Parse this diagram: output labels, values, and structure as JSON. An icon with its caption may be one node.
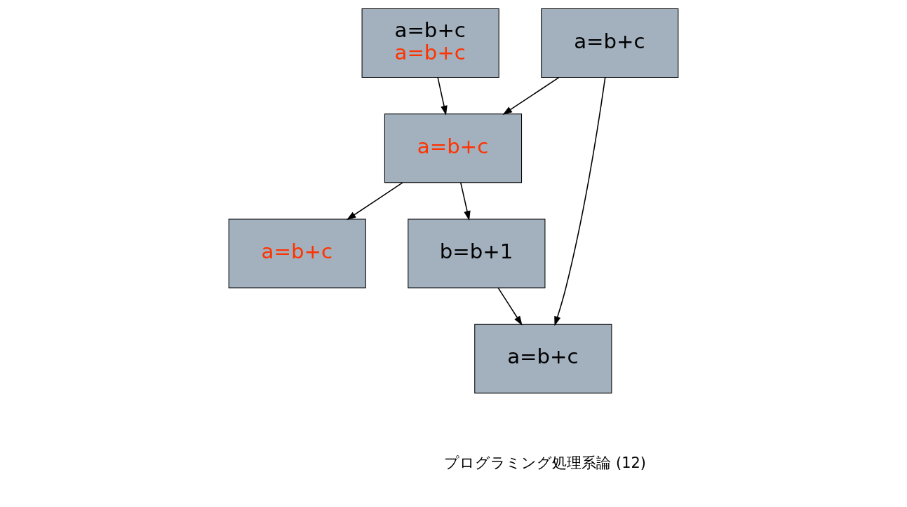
{
  "diagram": {
    "nodes": [
      {
        "text": [
          "a=b+c",
          "a=b+c"
        ]
      },
      {
        "text": [
          "a=b+c"
        ]
      },
      {
        "text": [
          "a=b+c"
        ]
      },
      {
        "text": [
          "a=b+c"
        ]
      },
      {
        "text": [
          "b=b+1"
        ]
      },
      {
        "text": [
          "a=b+c"
        ]
      }
    ],
    "edges": [
      {
        "from": 0,
        "to": 2,
        "arrow": "to"
      },
      {
        "from": 1,
        "to": 2,
        "arrow": "to"
      },
      {
        "from": 1,
        "to": 5,
        "arrow": "to"
      },
      {
        "from": 2,
        "to": 3,
        "arrow": "to"
      },
      {
        "from": 2,
        "to": 4,
        "arrow": "to"
      },
      {
        "from": 4,
        "to": 5,
        "arrow": "to"
      }
    ],
    "labels": [
      "プログラミング処理系論 (12)"
    ]
  }
}
